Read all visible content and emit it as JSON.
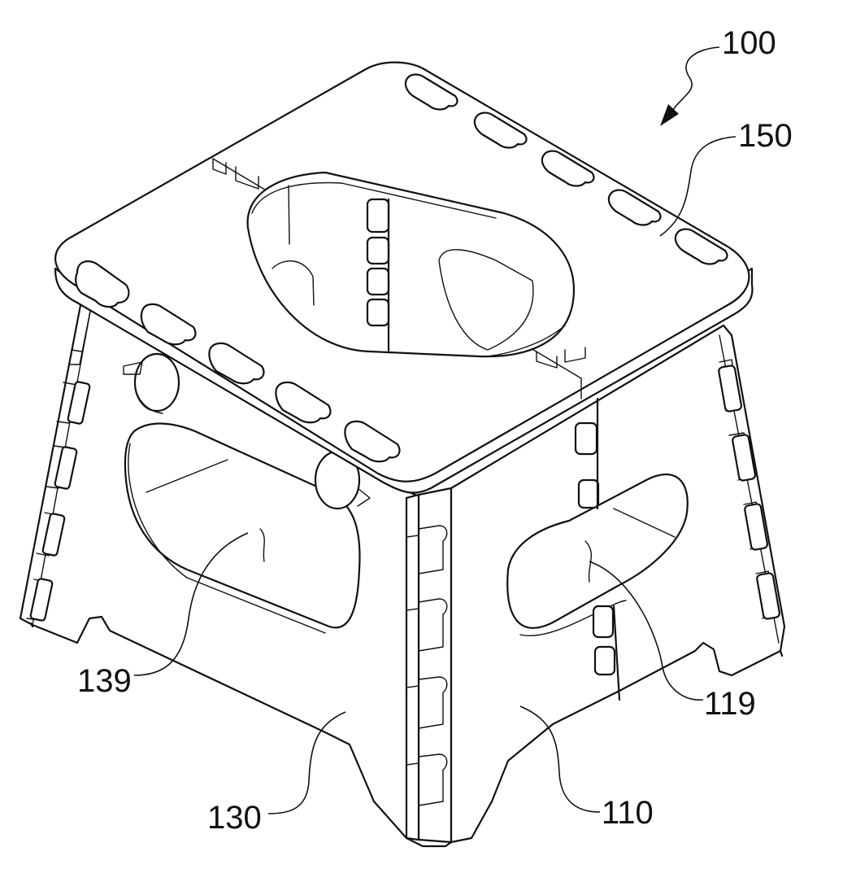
{
  "figure": {
    "labels": {
      "assembly": "100",
      "seat": "150",
      "side_opening": "139",
      "front_opening": "119",
      "side_leg": "130",
      "front_leg": "110"
    }
  },
  "colors": {
    "line": "#111111",
    "background": "#ffffff"
  }
}
